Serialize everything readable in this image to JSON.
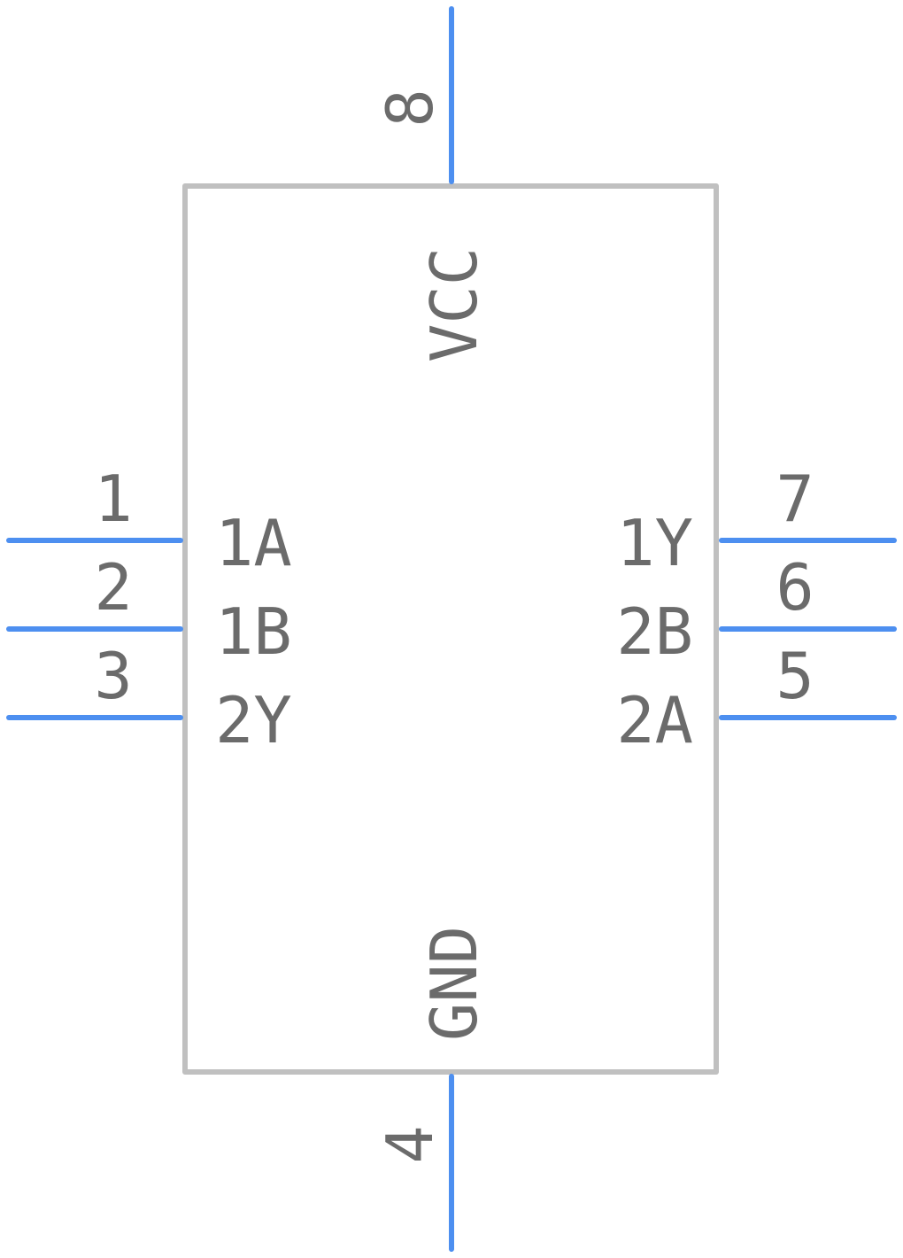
{
  "component": {
    "body_color": "#c0c0c0",
    "pin_color": "#4d8ff0",
    "text_color": "#6b6b6b",
    "pins": [
      {
        "number": "1",
        "name": "1A",
        "side": "left"
      },
      {
        "number": "2",
        "name": "1B",
        "side": "left"
      },
      {
        "number": "3",
        "name": "2Y",
        "side": "left"
      },
      {
        "number": "4",
        "name": "GND",
        "side": "bottom"
      },
      {
        "number": "5",
        "name": "2A",
        "side": "right"
      },
      {
        "number": "6",
        "name": "2B",
        "side": "right"
      },
      {
        "number": "7",
        "name": "1Y",
        "side": "right"
      },
      {
        "number": "8",
        "name": "VCC",
        "side": "top"
      }
    ]
  }
}
